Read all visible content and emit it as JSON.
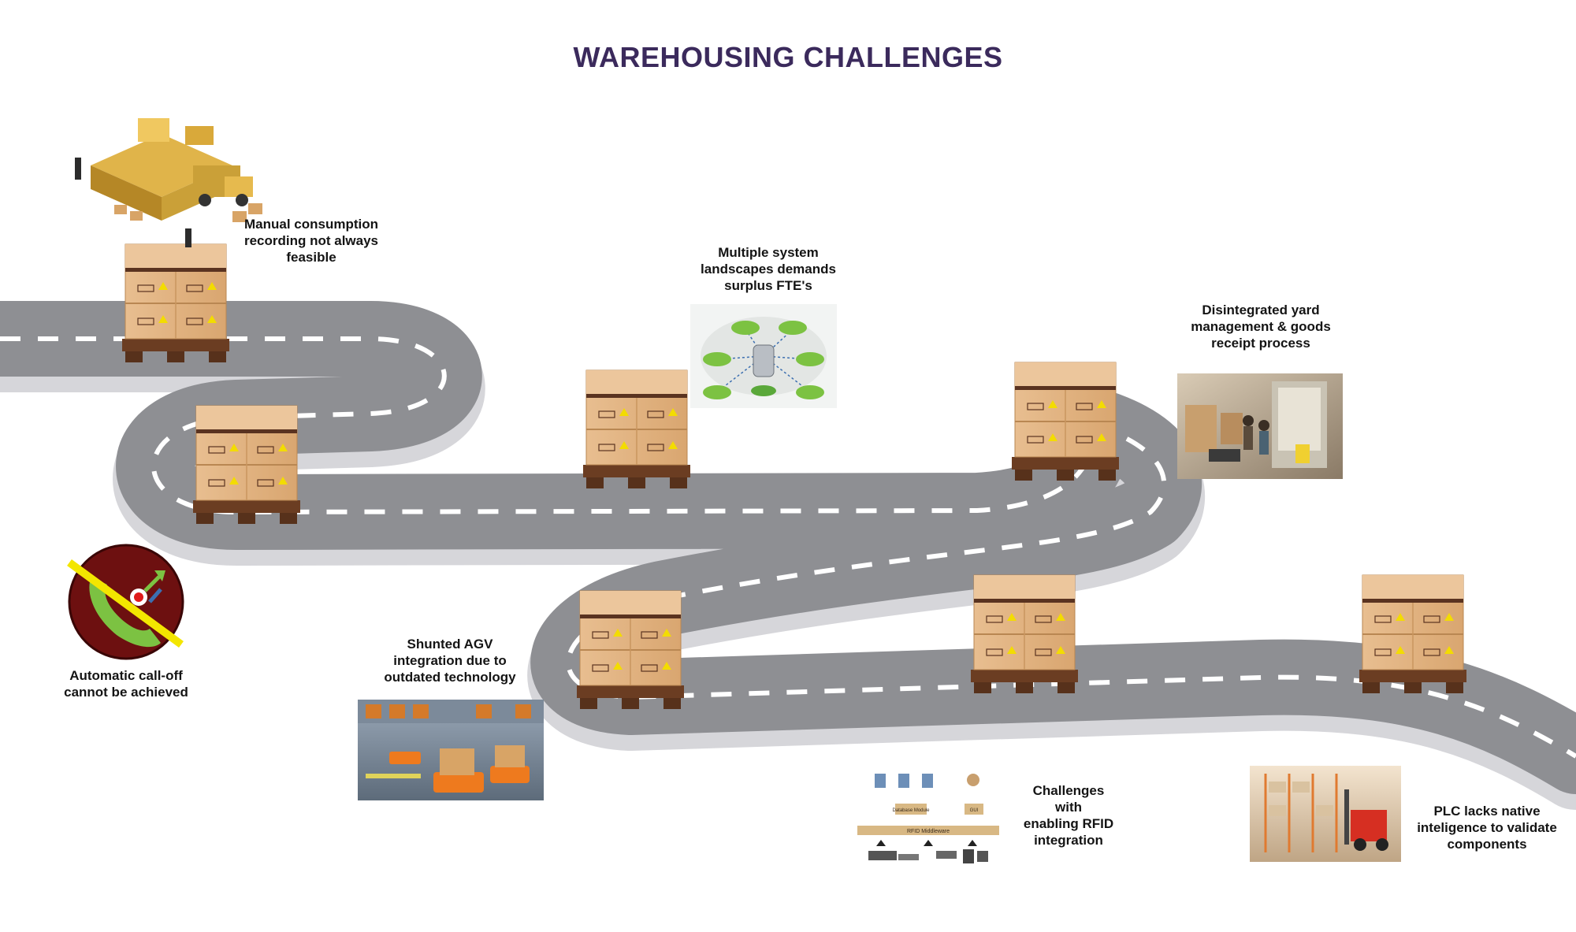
{
  "title": "WAREHOUSING CHALLENGES",
  "colors": {
    "title": "#3b2a5c",
    "road": "#8e8f93",
    "road_edge": "#d9d9dc",
    "lane_marks": "#ffffff",
    "box": "#e2b585",
    "box_shade": "#c7925c",
    "box_tape": "#5a3320",
    "pallet": "#6b3d22",
    "warning_label": "#f3dc00",
    "call_off_icon_bg": "#6d1010",
    "call_off_phone": "#7cc242",
    "strike_line": "#f3e600"
  },
  "challenges": [
    {
      "id": "manual-consumption",
      "label": "Manual consumption\nrecording not always\nfeasible",
      "icon": "factory-illustration"
    },
    {
      "id": "multiple-systems",
      "label": "Multiple system\nlandscapes demands\nsurplus FTE's",
      "icon": "system-landscape-diagram"
    },
    {
      "id": "yard-management",
      "label": "Disintegrated yard\nmanagement & goods\nreceipt process",
      "icon": "warehouse-dock-photo"
    },
    {
      "id": "automatic-call-off",
      "label": "Automatic call-off\ncannot be achieved",
      "icon": "crossed-phone-icon"
    },
    {
      "id": "agv-integration",
      "label": "Shunted AGV\nintegration due to\noutdated technology",
      "icon": "agv-robots-photo"
    },
    {
      "id": "rfid-integration",
      "label": "Challenges\nwith\nenabling RFID\nintegration",
      "icon": "rfid-architecture-diagram"
    },
    {
      "id": "plc-validation",
      "label": "PLC lacks native\ninteligence to validate\ncomponents",
      "icon": "forklift-warehouse-photo"
    }
  ],
  "rfid_diagram": {
    "middleware_label": "RFID Middleware",
    "left_module_label": "Database Module",
    "right_module_label": "GUI"
  }
}
